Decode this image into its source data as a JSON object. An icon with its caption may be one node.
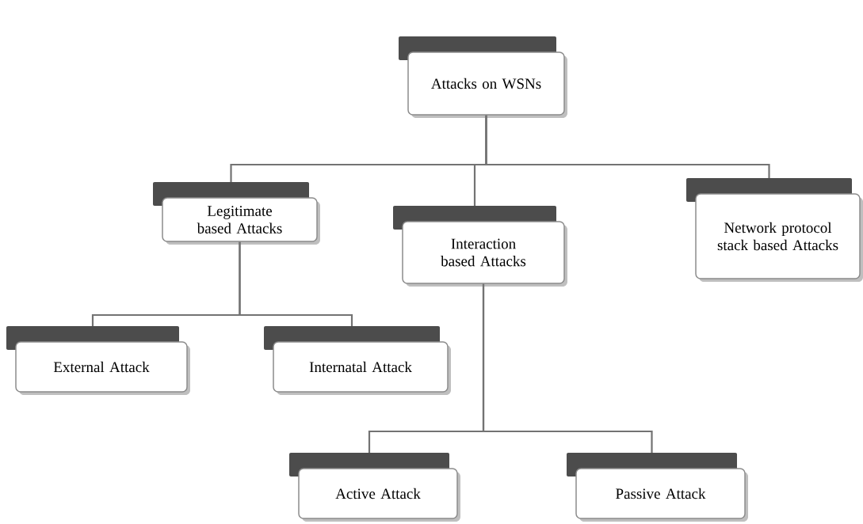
{
  "diagram": {
    "nodes": [
      {
        "text": [
          "Attacks on WSNs"
        ]
      },
      {
        "text": [
          "Legitimate based Attacks"
        ]
      },
      {
        "text": [
          "Interaction based Attacks"
        ]
      },
      {
        "text": [
          "Network protocol stack based Attacks"
        ]
      },
      {
        "text": [
          "External Attack"
        ]
      },
      {
        "text": [
          "Internatal Attack"
        ]
      },
      {
        "text": [
          "Active Attack"
        ]
      },
      {
        "text": [
          "Passive Attack"
        ]
      }
    ],
    "edges": [
      {
        "from": 0,
        "to": 1,
        "arrow": "none"
      },
      {
        "from": 0,
        "to": 2,
        "arrow": "none"
      },
      {
        "from": 0,
        "to": 3,
        "arrow": "none"
      },
      {
        "from": 1,
        "to": 4,
        "arrow": "none"
      },
      {
        "from": 1,
        "to": 5,
        "arrow": "none"
      },
      {
        "from": 2,
        "to": 6,
        "arrow": "none"
      },
      {
        "from": 2,
        "to": 7,
        "arrow": "none"
      }
    ]
  }
}
